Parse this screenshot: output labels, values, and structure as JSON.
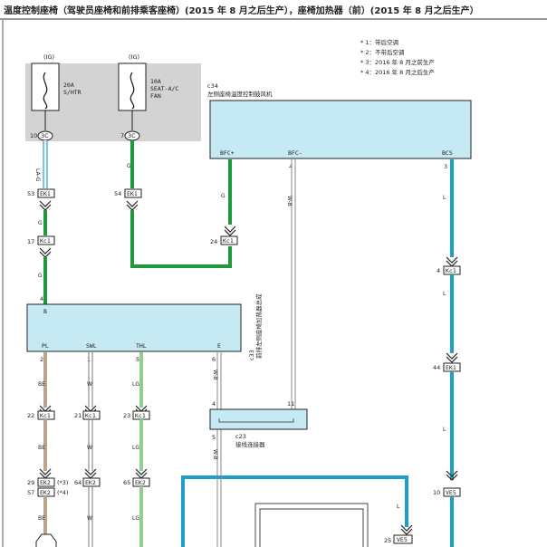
{
  "title": "温度控制座椅（驾驶员座椅和前排乘客座椅）(2015 年 8 月之后生产），座椅加热器（前）(2015 年 8 月之后生产）",
  "notes": [
    "* 1：带后空调",
    "* 2：不带后空调",
    "* 3：2016 年 8 月之前生产",
    "* 4：2016 年 8 月之后生产"
  ],
  "fuses": [
    {
      "ig": "(IG)",
      "rating": "20A",
      "name": "S/HTR",
      "pin": "10",
      "conn": "3C",
      "wire": "LA-G"
    },
    {
      "ig": "(IG)",
      "rating": "10A",
      "name_line1": "SEAT-A/C",
      "name_line2": "FAN",
      "pin": "7",
      "conn": "3C",
      "wire": "G"
    }
  ],
  "c34": {
    "id": "c34",
    "name": "左侧座椅温度控制鼓风机",
    "pins": [
      {
        "label": "BFC+",
        "num": "",
        "wire": "G"
      },
      {
        "label": "BFC-",
        "num": "4",
        "wire": "W-B"
      },
      {
        "label": "BCS",
        "num": "3",
        "wire": "L"
      }
    ]
  },
  "c33": {
    "id": "c33",
    "name": "前排左侧座椅加热器总成",
    "top_pin": {
      "label": "B",
      "num": "4"
    },
    "pins": [
      {
        "label": "PL",
        "num": "2",
        "wire": "BE"
      },
      {
        "label": "SWL",
        "num": "1",
        "wire": "W"
      },
      {
        "label": "THL",
        "num": "5",
        "wire": "LG"
      },
      {
        "label": "E",
        "num": "6",
        "wire": "W-B"
      }
    ]
  },
  "c23": {
    "id": "c23",
    "name": "接线连接器",
    "pin_left_top": "4",
    "pin_right_top": "11",
    "pin_left_bottom": "5"
  },
  "connectors": {
    "ek1_a": {
      "pin": "53",
      "name": "EK1"
    },
    "ek1_b": {
      "pin": "54",
      "name": "EK1"
    },
    "kc1_a": {
      "pin": "17",
      "name": "Kc1"
    },
    "kc1_b": {
      "pin": "24",
      "name": "Kc1"
    },
    "kc1_c": {
      "pin": "4",
      "name": "Kc1"
    },
    "ek1_c": {
      "pin": "44",
      "name": "EK1"
    },
    "ve5_a": {
      "pin": "10",
      "name": "VE5"
    },
    "ve5_b": {
      "pin": "25",
      "name": "VE5"
    },
    "kc1_pl": {
      "pin": "22",
      "name": "Kc1"
    },
    "kc1_swl": {
      "pin": "21",
      "name": "Kc1"
    },
    "kc1_thl": {
      "pin": "23",
      "name": "Kc1"
    },
    "ek2_pl3": {
      "pin": "29",
      "name": "EK2",
      "note": "(*3)"
    },
    "ek2_pl4": {
      "pin": "57",
      "name": "EK2",
      "note": "(*4)"
    },
    "ek2_swl": {
      "pin": "64",
      "name": "EK2"
    },
    "ek2_thl": {
      "pin": "65",
      "name": "EK2"
    }
  },
  "wire_labels": {
    "g1": "G",
    "g2": "G",
    "g3": "G",
    "g4": "G",
    "wb1": "W-B",
    "wb2": "W-B",
    "wb3": "W-B",
    "l1": "L",
    "l2": "L",
    "l3": "L",
    "l4": "L",
    "be1": "BE",
    "be2": "BE",
    "be3": "BE",
    "w1": "W",
    "w2": "W",
    "w3": "W",
    "lg1": "LG",
    "lg2": "LG",
    "lg3": "LG"
  },
  "colors": {
    "green": "#1e9a3c",
    "blue": "#1e9fc8",
    "tan": "#b8a58c",
    "lightgreen": "#8fd08f",
    "box": "#c6eaf4",
    "gray": "#d3d3d3"
  }
}
